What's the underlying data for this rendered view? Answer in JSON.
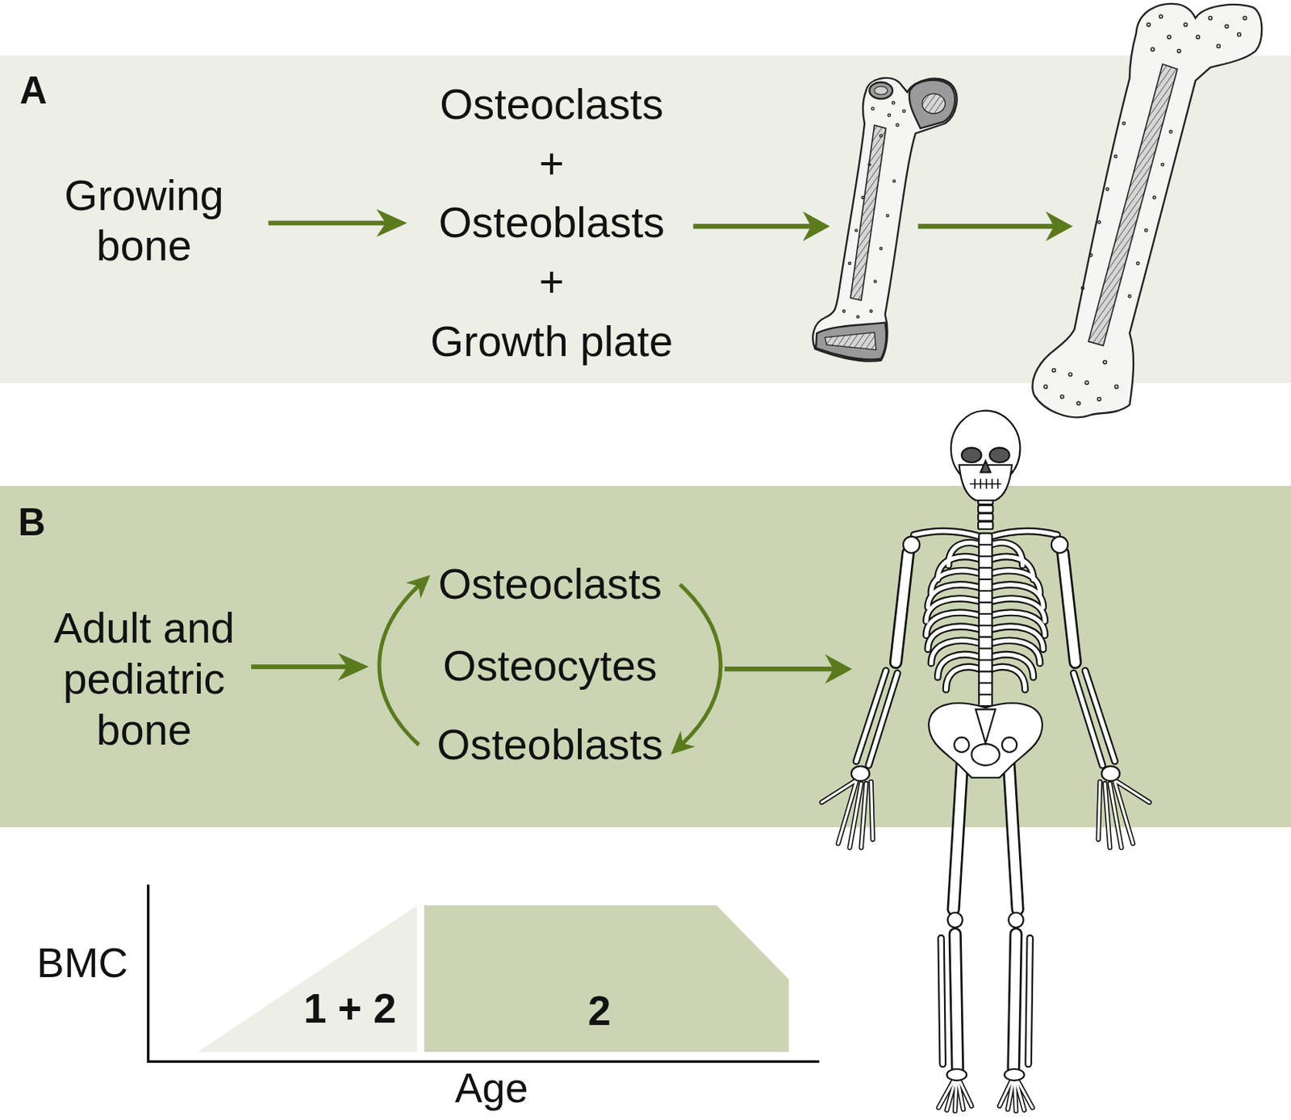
{
  "diagram": {
    "nodes": [
      {
        "text": [
          "A"
        ]
      },
      {
        "text": [
          "Growing bone"
        ],
        "in": 0
      },
      {
        "text": [
          "Osteoclasts",
          "+",
          "Osteoblasts",
          "+",
          "Growth plate"
        ],
        "in": 0
      },
      {
        "text": [
          "B"
        ]
      },
      {
        "text": [
          "Adult and pediatric bone"
        ],
        "in": 3
      },
      {
        "text": [
          "Osteoclasts"
        ],
        "in": 3
      },
      {
        "text": [
          "Osteocytes"
        ],
        "in": 3
      },
      {
        "text": [
          "Osteoblasts"
        ],
        "in": 3
      },
      {
        "text": [
          "1 + 2"
        ]
      },
      {
        "text": [
          "2"
        ]
      }
    ],
    "edges": [
      {
        "from": 1,
        "to": 2,
        "arrow": "to"
      },
      {
        "from": 4,
        "to": 6,
        "arrow": "to"
      },
      {
        "from": 7,
        "to": 5,
        "arrow": "to"
      },
      {
        "from": 5,
        "to": 7,
        "arrow": "to"
      }
    ],
    "labels": [
      "BMC",
      "Age"
    ]
  }
}
